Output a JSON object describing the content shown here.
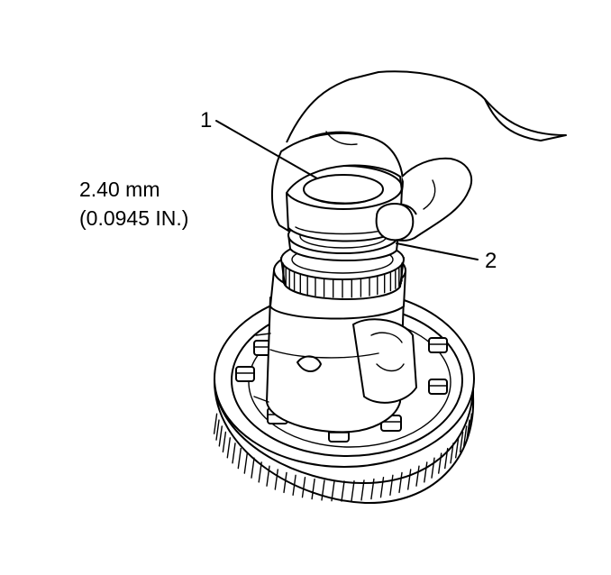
{
  "callouts": {
    "one": "1",
    "two": "2"
  },
  "measurement": {
    "metric": "2.40 mm",
    "imperial": "(0.0945 IN.)"
  },
  "colors": {
    "line": "#000000",
    "background": "#ffffff"
  }
}
